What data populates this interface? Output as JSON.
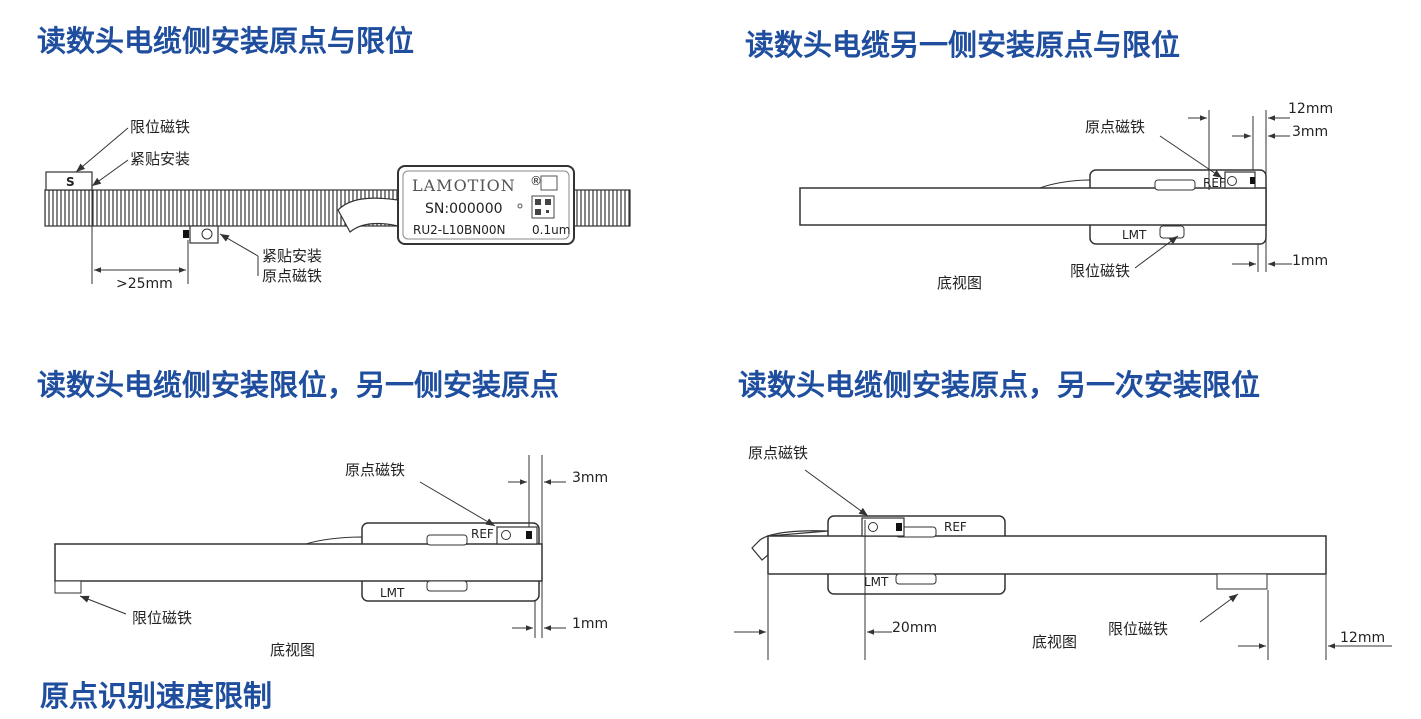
{
  "headings": {
    "q1": "读数头电缆侧安装原点与限位",
    "q2": "读数头电缆另一侧安装原点与限位",
    "q3": "读数头电缆侧安装限位，另一侧安装原点",
    "q4": "读数头电缆侧安装原点，另一次安装限位",
    "footer": "原点识别速度限制"
  },
  "colors": {
    "heading": "#1f4e9e",
    "line": "#222222"
  },
  "d1": {
    "limit_magnet": "限位磁铁",
    "flush_mount_top": "紧贴安装",
    "flush_mount_bottom": "紧贴安装",
    "origin_magnet": "原点磁铁",
    "magnet_mark": "S",
    "dim_25": ">25mm",
    "brand": "LAMOTION",
    "registered": "®",
    "serial": "SN:000000",
    "model": "RU2-L10BN00N",
    "resolution": "0.1um"
  },
  "d2": {
    "origin_magnet": "原点磁铁",
    "limit_magnet": "限位磁铁",
    "ref": "REF",
    "lmt": "LMT",
    "bottom_view": "底视图",
    "dim_12": "12mm",
    "dim_3": "3mm",
    "dim_1": "1mm"
  },
  "d3": {
    "origin_magnet": "原点磁铁",
    "limit_magnet": "限位磁铁",
    "ref": "REF",
    "lmt": "LMT",
    "bottom_view": "底视图",
    "dim_3": "3mm",
    "dim_1": "1mm"
  },
  "d4": {
    "origin_magnet": "原点磁铁",
    "limit_magnet": "限位磁铁",
    "ref": "REF",
    "lmt": "LMT",
    "bottom_view": "底视图",
    "dim_20": "20mm",
    "dim_12": "12mm"
  }
}
